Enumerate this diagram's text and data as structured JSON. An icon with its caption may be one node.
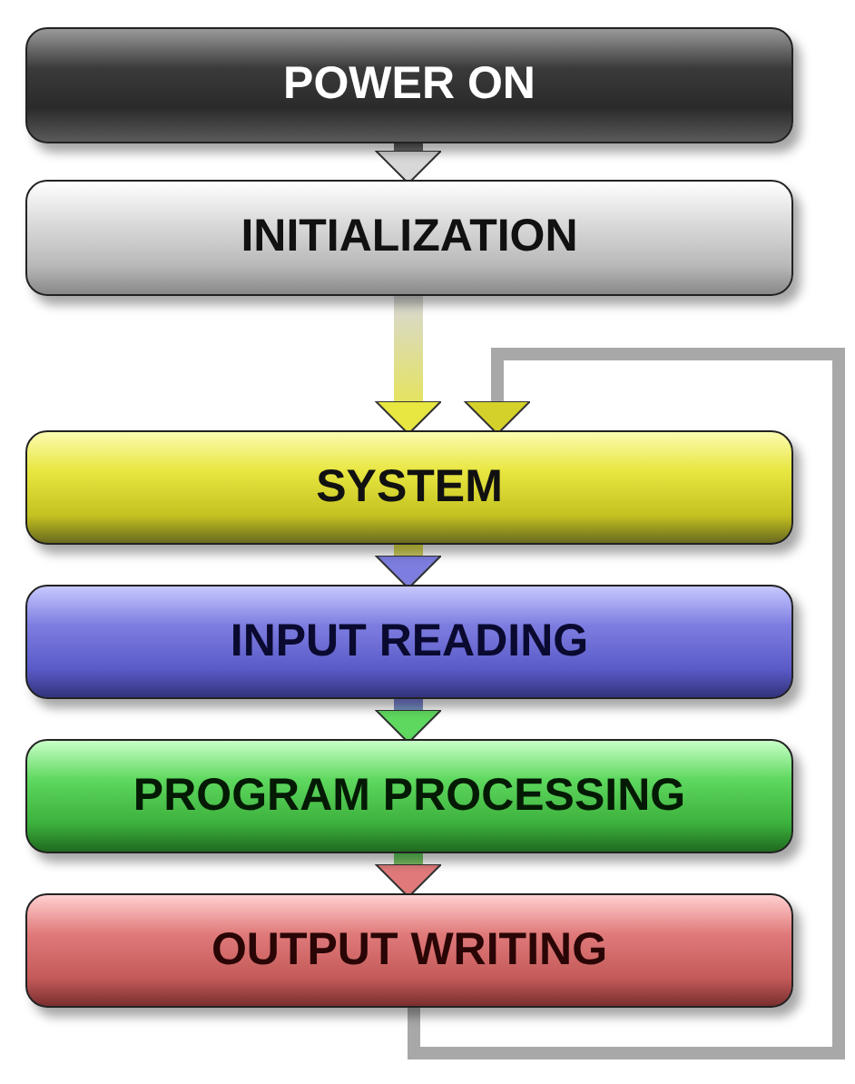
{
  "diagram": {
    "nodes": [
      {
        "text": [
          "POWER ON"
        ]
      },
      {
        "text": [
          "INITIALIZATION"
        ]
      },
      {
        "text": [
          "SYSTEM"
        ]
      },
      {
        "text": [
          "INPUT READING"
        ]
      },
      {
        "text": [
          "PROGRAM PROCESSING"
        ]
      },
      {
        "text": [
          "OUTPUT WRITING"
        ]
      }
    ],
    "edges": [
      {
        "from": 0,
        "to": 1,
        "arrow": "to"
      },
      {
        "from": 1,
        "to": 2,
        "arrow": "to"
      },
      {
        "from": 2,
        "to": 3,
        "arrow": "to"
      },
      {
        "from": 3,
        "to": 4,
        "arrow": "to"
      },
      {
        "from": 4,
        "to": 5,
        "arrow": "to"
      },
      {
        "from": 5,
        "to": 2,
        "arrow": "to"
      }
    ]
  }
}
